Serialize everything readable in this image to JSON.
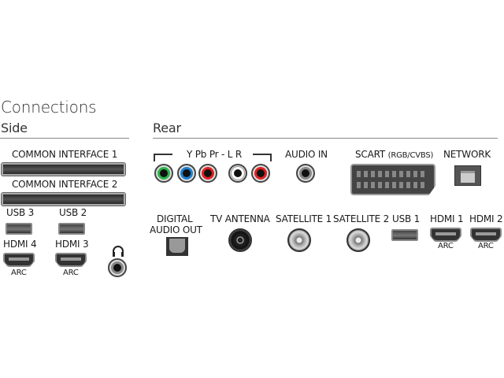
{
  "title": "Connections",
  "side": {
    "heading": "Side",
    "ci1": "COMMON INTERFACE 1",
    "ci2": "COMMON INTERFACE 2",
    "usb3": "USB 3",
    "usb2": "USB 2",
    "hdmi4": "HDMI 4",
    "hdmi4_arc": "ARC",
    "hdmi3": "HDMI 3",
    "hdmi3_arc": "ARC",
    "headphone_icon": "headphones-icon"
  },
  "rear": {
    "heading": "Rear",
    "component": "Y Pb Pr - L R",
    "jack_colors": [
      "#2db34a",
      "#1a7fd0",
      "#e02020",
      "#ffffff",
      "#e02020"
    ],
    "audio_in": "AUDIO IN",
    "scart": "SCART",
    "scart_sub": "(RGB/CVBS)",
    "network": "NETWORK",
    "digital_audio_out_1": "DIGITAL",
    "digital_audio_out_2": "AUDIO OUT",
    "tv_antenna": "TV ANTENNA",
    "satellite1": "SATELLITE 1",
    "satellite2": "SATELLITE 2",
    "usb1": "USB 1",
    "hdmi1": "HDMI 1",
    "hdmi1_arc": "ARC",
    "hdmi2": "HDMI 2",
    "hdmi2_arc": "ARC"
  }
}
